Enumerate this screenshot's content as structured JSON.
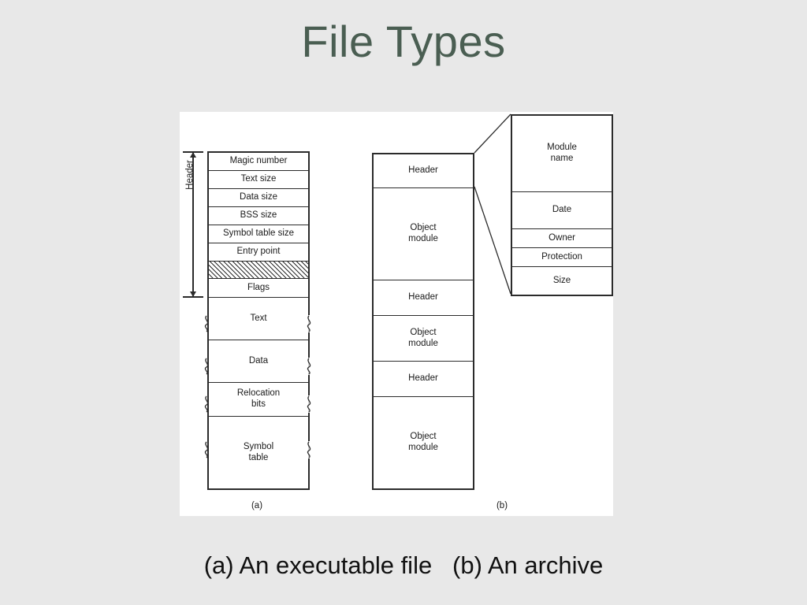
{
  "slide": {
    "title": "File Types",
    "title_color": "#4a5e52",
    "background_color": "#e8e8e8",
    "canvas_color": "#ffffff",
    "line_color": "#2b2b2b",
    "caption": "(a) An executable file   (b) An archive"
  },
  "diagram_a": {
    "sub_label": "(a)",
    "bracket_label": "Header",
    "rows": [
      {
        "label": "Magic number",
        "kind": "text"
      },
      {
        "label": "Text size",
        "kind": "text"
      },
      {
        "label": "Data size",
        "kind": "text"
      },
      {
        "label": "BSS size",
        "kind": "text"
      },
      {
        "label": "Symbol table size",
        "kind": "text"
      },
      {
        "label": "Entry point",
        "kind": "text"
      },
      {
        "label": "",
        "kind": "hatched"
      },
      {
        "label": "Flags",
        "kind": "text"
      },
      {
        "label": "Text",
        "kind": "break"
      },
      {
        "label": "Data",
        "kind": "break"
      },
      {
        "label": "Relocation\nbits",
        "kind": "break"
      },
      {
        "label": "Symbol\ntable",
        "kind": "break"
      }
    ],
    "row_labels": {
      "magic_number": "Magic number",
      "text_size": "Text size",
      "data_size": "Data size",
      "bss_size": "BSS size",
      "symbol_table_size": "Symbol table size",
      "entry_point": "Entry point",
      "flags": "Flags",
      "text": "Text",
      "data": "Data",
      "relocation_bits_line1": "Relocation",
      "relocation_bits_line2": "bits",
      "symbol_table_line1": "Symbol",
      "symbol_table_line2": "table"
    }
  },
  "diagram_b": {
    "sub_label": "(b)",
    "blocks": [
      {
        "label": "Header",
        "kind": "header"
      },
      {
        "label": "Object module",
        "kind": "module"
      },
      {
        "label": "Header",
        "kind": "header"
      },
      {
        "label": "Object module",
        "kind": "module"
      },
      {
        "label": "Header",
        "kind": "header"
      },
      {
        "label": "Object module",
        "kind": "module"
      }
    ],
    "block_labels": {
      "header": "Header",
      "object_line1": "Object",
      "object_line2": "module"
    }
  },
  "header_detail": {
    "rows": [
      {
        "line1": "Module",
        "line2": "name"
      },
      {
        "line1": "Date",
        "line2": ""
      },
      {
        "line1": "Owner",
        "line2": ""
      },
      {
        "line1": "Protection",
        "line2": ""
      },
      {
        "line1": "Size",
        "line2": ""
      }
    ],
    "labels": {
      "module_name_line1": "Module",
      "module_name_line2": "name",
      "date": "Date",
      "owner": "Owner",
      "protection": "Protection",
      "size": "Size"
    }
  }
}
